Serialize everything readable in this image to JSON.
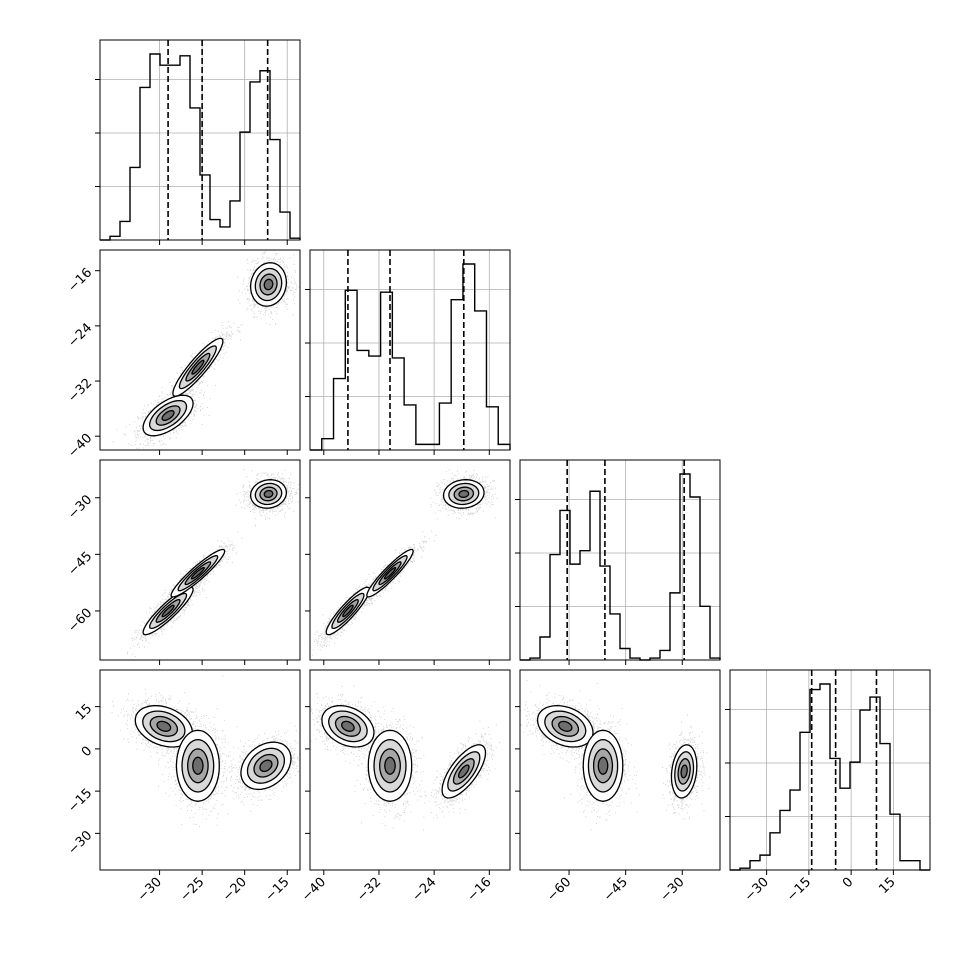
{
  "chart_data": {
    "type": "corner",
    "grid": true,
    "colors": {
      "ink": "#000000",
      "grid": "#b0b0b0",
      "points": "#808080",
      "background": "#ffffff"
    },
    "variables": [
      {
        "range": [
          -37,
          -13.5
        ],
        "ticks": [
          -30,
          -25,
          -20,
          -15
        ],
        "tick_labels": [
          "−30",
          "−25",
          "−20",
          "−15"
        ],
        "quantiles": [
          -29,
          -25,
          -17.3
        ],
        "hist": [
          0,
          0.02,
          0.1,
          0.39,
          0.82,
          1.0,
          0.94,
          0.94,
          0.99,
          0.71,
          0.35,
          0.11,
          0.07,
          0.21,
          0.58,
          0.85,
          0.91,
          0.54,
          0.15,
          0.01
        ]
      },
      {
        "range": [
          -42,
          -13
        ],
        "ticks": [
          -40,
          -32,
          -24,
          -16
        ],
        "tick_labels": [
          "−40",
          "−32",
          "−24",
          "−16"
        ],
        "quantiles": [
          -36.5,
          -30.4,
          -19.7
        ],
        "hist": [
          0,
          0.06,
          0.38,
          0.85,
          0.53,
          0.5,
          0.84,
          0.49,
          0.24,
          0.03,
          0.03,
          0.25,
          0.8,
          0.99,
          0.74,
          0.23,
          0.03
        ]
      },
      {
        "range": [
          -73,
          -20
        ],
        "ticks": [
          -60,
          -45,
          -30
        ],
        "tick_labels": [
          "−60",
          "−45",
          "−30"
        ],
        "quantiles": [
          -60.5,
          -50.5,
          -29.5
        ],
        "hist": [
          0,
          0.01,
          0.12,
          0.55,
          0.78,
          0.5,
          0.57,
          0.88,
          0.49,
          0.24,
          0.06,
          0.01,
          0,
          0.01,
          0.05,
          0.35,
          0.97,
          0.85,
          0.28,
          0.01
        ]
      },
      {
        "range": [
          -43,
          28
        ],
        "ticks": [
          -30,
          -15,
          0,
          15
        ],
        "tick_labels": [
          "−30",
          "−15",
          "0",
          "15"
        ],
        "quantiles": [
          -14,
          -5.5,
          9
        ],
        "hist": [
          0,
          0.01,
          0.05,
          0.08,
          0.2,
          0.32,
          0.43,
          0.74,
          0.97,
          1.0,
          0.6,
          0.44,
          0.58,
          0.86,
          0.93,
          0.68,
          0.3,
          0.05,
          0.05,
          0
        ]
      }
    ],
    "pairs": [
      {
        "row": 1,
        "col": 0,
        "clusters": [
          {
            "x": -29,
            "y": -37,
            "sx": 1.4,
            "sy": 1.4,
            "r": 0.6,
            "w": 1.0
          },
          {
            "x": -25.5,
            "y": -30,
            "sx": 1.4,
            "sy": 2.0,
            "r": 0.9,
            "w": 0.85
          },
          {
            "x": -17.2,
            "y": -18,
            "sx": 1.0,
            "sy": 1.5,
            "r": 0.1,
            "w": 1.0
          }
        ]
      },
      {
        "row": 2,
        "col": 0,
        "clusters": [
          {
            "x": -29,
            "y": -60,
            "sx": 1.4,
            "sy": 3.0,
            "r": 0.9,
            "w": 1.0
          },
          {
            "x": -25.5,
            "y": -50,
            "sx": 1.5,
            "sy": 3.0,
            "r": 0.93,
            "w": 0.85
          },
          {
            "x": -17.2,
            "y": -29,
            "sx": 1.0,
            "sy": 1.8,
            "r": 0.1,
            "w": 1.0
          }
        ]
      },
      {
        "row": 2,
        "col": 1,
        "clusters": [
          {
            "x": -36.5,
            "y": -60,
            "sx": 1.5,
            "sy": 3.0,
            "r": 0.9,
            "w": 1.0
          },
          {
            "x": -30.4,
            "y": -50,
            "sx": 1.6,
            "sy": 3.0,
            "r": 0.93,
            "w": 0.85
          },
          {
            "x": -19.7,
            "y": -29,
            "sx": 1.4,
            "sy": 1.8,
            "r": 0.1,
            "w": 1.0
          }
        ]
      },
      {
        "row": 3,
        "col": 0,
        "clusters": [
          {
            "x": -29.5,
            "y": 8,
            "sx": 1.6,
            "sy": 3.5,
            "r": -0.3,
            "w": 1.0
          },
          {
            "x": -25.5,
            "y": -6,
            "sx": 1.2,
            "sy": 6.0,
            "r": 0.0,
            "w": 0.9
          },
          {
            "x": -17.5,
            "y": -6,
            "sx": 1.4,
            "sy": 4.0,
            "r": 0.3,
            "w": 1.0
          }
        ]
      },
      {
        "row": 3,
        "col": 1,
        "clusters": [
          {
            "x": -36.5,
            "y": 8,
            "sx": 1.8,
            "sy": 3.5,
            "r": -0.3,
            "w": 1.0
          },
          {
            "x": -30.4,
            "y": -6,
            "sx": 1.5,
            "sy": 6.0,
            "r": 0.0,
            "w": 0.9
          },
          {
            "x": -19.7,
            "y": -8,
            "sx": 1.5,
            "sy": 4.5,
            "r": 0.7,
            "w": 1.0
          }
        ]
      },
      {
        "row": 3,
        "col": 2,
        "clusters": [
          {
            "x": -61,
            "y": 8,
            "sx": 3.5,
            "sy": 3.5,
            "r": -0.3,
            "w": 1.0
          },
          {
            "x": -51,
            "y": -6,
            "sx": 2.5,
            "sy": 6.0,
            "r": 0.0,
            "w": 0.9
          },
          {
            "x": -29.5,
            "y": -8,
            "sx": 1.6,
            "sy": 4.5,
            "r": 0.2,
            "w": 1.0
          }
        ]
      }
    ]
  }
}
